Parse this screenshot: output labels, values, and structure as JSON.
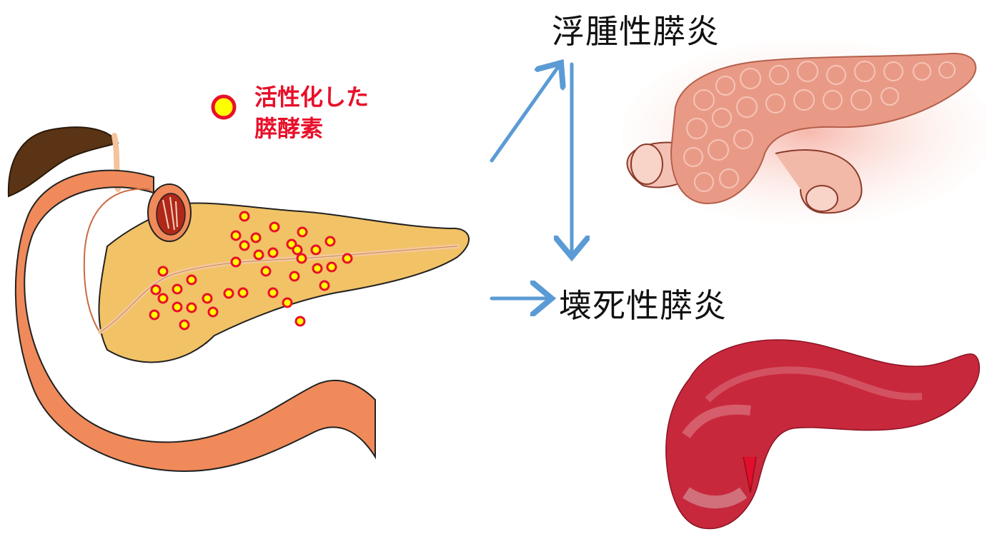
{
  "legend": {
    "line1": "活性化した",
    "line2": "膵酵素",
    "marker_fill": "#ffff00",
    "marker_stroke": "#e8102a"
  },
  "outcomes": {
    "edematous": "浮腫性膵炎",
    "necrotizing": "壊死性膵炎"
  },
  "colors": {
    "arrow": "#5b9bd5",
    "duodenum": "#f08a5a",
    "pancreas": "#f2c266",
    "gallbladder": "#5a3414",
    "edematous_tissue": "#e99a86",
    "necrotic_tissue": "#c8283c"
  }
}
